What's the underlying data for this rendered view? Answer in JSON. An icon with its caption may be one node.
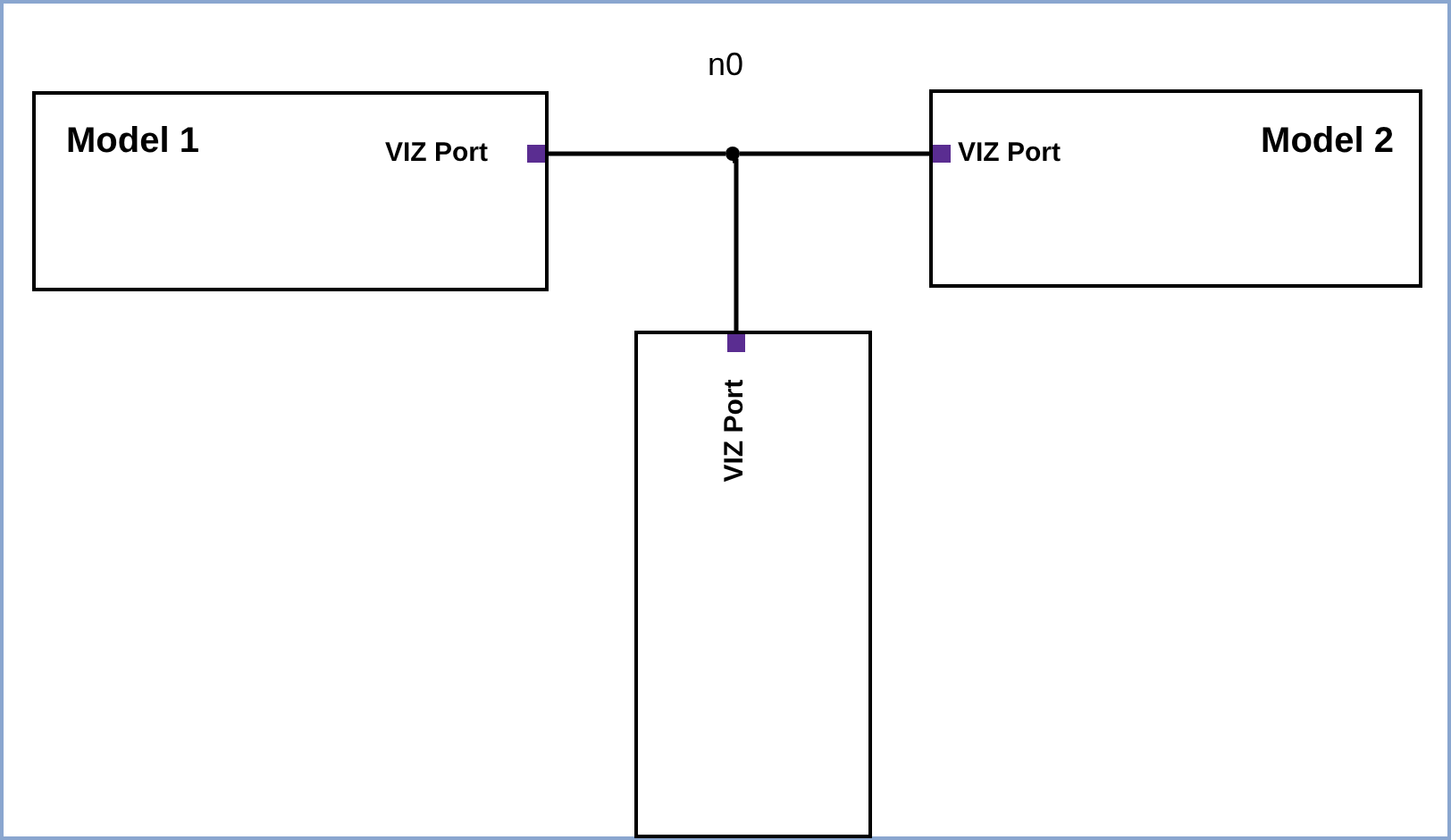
{
  "diagram": {
    "nodes": [
      {
        "text": [
          "Model 1"
        ]
      },
      {
        "text": [],
        "shape": "box",
        "beside": [
          "VIZ Port"
        ],
        "in": 0
      },
      {
        "text": [
          "Model 2"
        ]
      },
      {
        "text": [],
        "shape": "box",
        "beside": [
          "VIZ Port"
        ],
        "in": 2
      },
      {
        "text": [],
        "shape": "box"
      },
      {
        "text": [],
        "shape": "box",
        "beside": [
          "VIZ Port"
        ],
        "in": 4
      },
      {
        "text": [],
        "shape": "circle",
        "beside": [
          "n0"
        ]
      }
    ],
    "edges": [
      {
        "from": 1,
        "to": 6,
        "arrow": "none"
      },
      {
        "from": 6,
        "to": 3,
        "arrow": "none"
      },
      {
        "from": 6,
        "to": 5,
        "arrow": "none"
      }
    ]
  }
}
